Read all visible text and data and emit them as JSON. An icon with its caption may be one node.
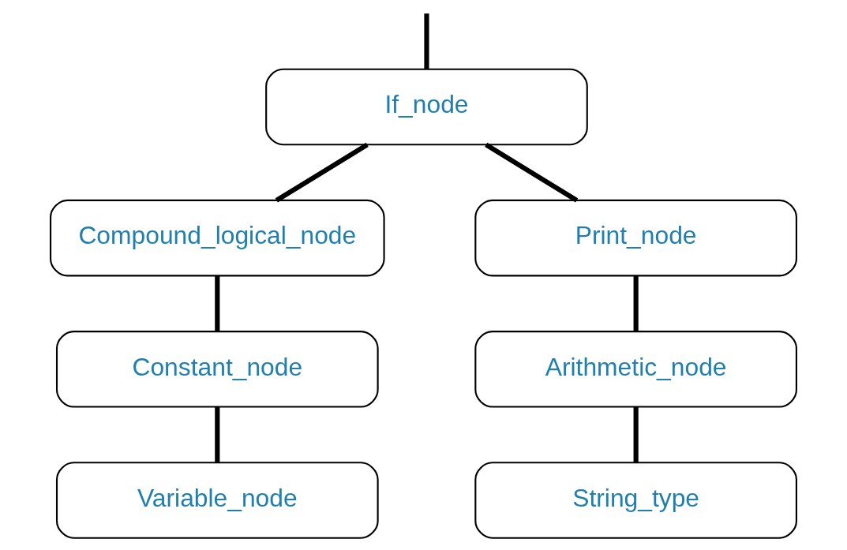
{
  "diagram": {
    "nodes": [
      {
        "text": [
          "If_node"
        ]
      },
      {
        "text": [
          "Compound_logical_node"
        ]
      },
      {
        "text": [
          "Print_node"
        ]
      },
      {
        "text": [
          "Constant_node"
        ]
      },
      {
        "text": [
          "Arithmetic_node"
        ]
      },
      {
        "text": [
          "Variable_node"
        ]
      },
      {
        "text": [
          "String_type"
        ]
      }
    ],
    "edges": [
      {
        "from": null,
        "to": 0,
        "arrow": "none"
      },
      {
        "from": 0,
        "to": 1,
        "arrow": "none"
      },
      {
        "from": 0,
        "to": 2,
        "arrow": "none"
      },
      {
        "from": 1,
        "to": 3,
        "arrow": "none"
      },
      {
        "from": 2,
        "to": 4,
        "arrow": "none"
      },
      {
        "from": 3,
        "to": 5,
        "arrow": "none"
      },
      {
        "from": 4,
        "to": 6,
        "arrow": "none"
      }
    ]
  }
}
